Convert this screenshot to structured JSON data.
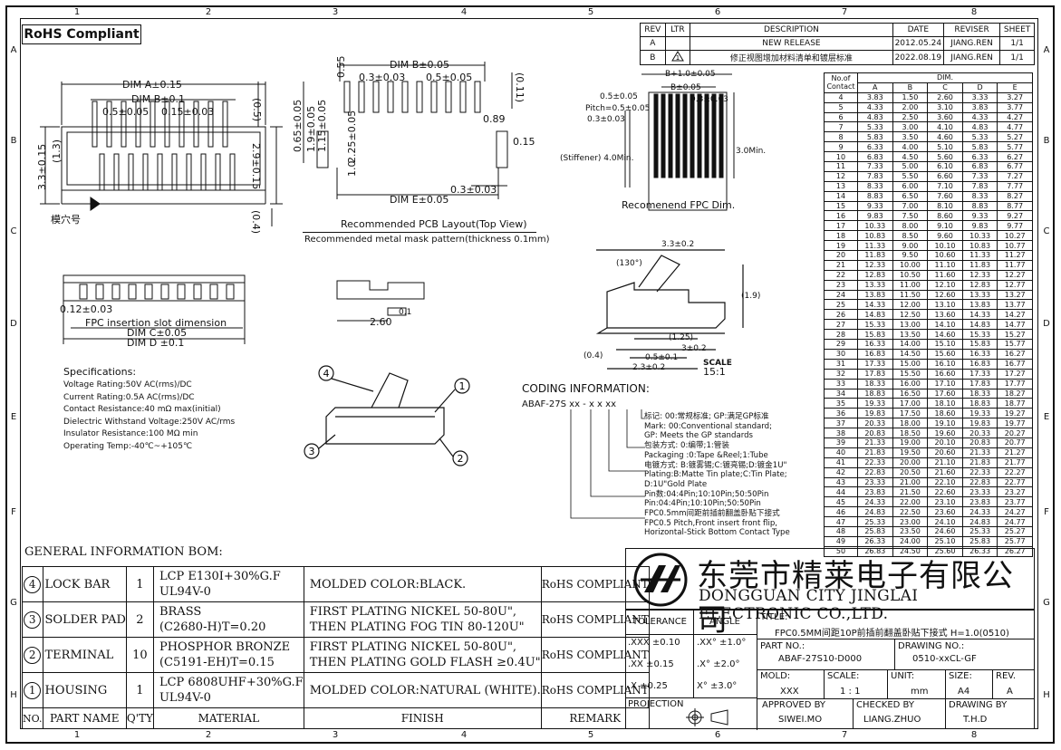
{
  "zones_top": [
    "1",
    "2",
    "3",
    "4",
    "5",
    "6",
    "7",
    "8"
  ],
  "zones_side": [
    "A",
    "B",
    "C",
    "D",
    "E",
    "F",
    "G",
    "H"
  ],
  "rohs": "RoHS Compliant",
  "revision_table": {
    "headers": [
      "REV",
      "LTR",
      "DESCRIPTION",
      "DATE",
      "REVISER",
      "SHEET"
    ],
    "rows": [
      [
        "A",
        "",
        "NEW RELEASE",
        "2012.05.24",
        "JIANG.REN",
        "1/1"
      ],
      [
        "B",
        "1",
        "修正视图增加材料清单和镀层标准",
        "2022.08.19",
        "JIANG.REN",
        "1/1"
      ]
    ]
  },
  "dim_table": {
    "title": "DIM.",
    "col0": "No.of Contact",
    "headers": [
      "A",
      "B",
      "C",
      "D",
      "E"
    ],
    "rows": [
      [
        "4",
        "3.83",
        "1.50",
        "2.60",
        "3.33",
        "3.27"
      ],
      [
        "5",
        "4.33",
        "2.00",
        "3.10",
        "3.83",
        "3.77"
      ],
      [
        "6",
        "4.83",
        "2.50",
        "3.60",
        "4.33",
        "4.27"
      ],
      [
        "7",
        "5.33",
        "3.00",
        "4.10",
        "4.83",
        "4.77"
      ],
      [
        "8",
        "5.83",
        "3.50",
        "4.60",
        "5.33",
        "5.27"
      ],
      [
        "9",
        "6.33",
        "4.00",
        "5.10",
        "5.83",
        "5.77"
      ],
      [
        "10",
        "6.83",
        "4.50",
        "5.60",
        "6.33",
        "6.27"
      ],
      [
        "11",
        "7.33",
        "5.00",
        "6.10",
        "6.83",
        "6.77"
      ],
      [
        "12",
        "7.83",
        "5.50",
        "6.60",
        "7.33",
        "7.27"
      ],
      [
        "13",
        "8.33",
        "6.00",
        "7.10",
        "7.83",
        "7.77"
      ],
      [
        "14",
        "8.83",
        "6.50",
        "7.60",
        "8.33",
        "8.27"
      ],
      [
        "15",
        "9.33",
        "7.00",
        "8.10",
        "8.83",
        "8.77"
      ],
      [
        "16",
        "9.83",
        "7.50",
        "8.60",
        "9.33",
        "9.27"
      ],
      [
        "17",
        "10.33",
        "8.00",
        "9.10",
        "9.83",
        "9.77"
      ],
      [
        "18",
        "10.83",
        "8.50",
        "9.60",
        "10.33",
        "10.27"
      ],
      [
        "19",
        "11.33",
        "9.00",
        "10.10",
        "10.83",
        "10.77"
      ],
      [
        "20",
        "11.83",
        "9.50",
        "10.60",
        "11.33",
        "11.27"
      ],
      [
        "21",
        "12.33",
        "10.00",
        "11.10",
        "11.83",
        "11.77"
      ],
      [
        "22",
        "12.83",
        "10.50",
        "11.60",
        "12.33",
        "12.27"
      ],
      [
        "23",
        "13.33",
        "11.00",
        "12.10",
        "12.83",
        "12.77"
      ],
      [
        "24",
        "13.83",
        "11.50",
        "12.60",
        "13.33",
        "13.27"
      ],
      [
        "25",
        "14.33",
        "12.00",
        "13.10",
        "13.83",
        "13.77"
      ],
      [
        "26",
        "14.83",
        "12.50",
        "13.60",
        "14.33",
        "14.27"
      ],
      [
        "27",
        "15.33",
        "13.00",
        "14.10",
        "14.83",
        "14.77"
      ],
      [
        "28",
        "15.83",
        "13.50",
        "14.60",
        "15.33",
        "15.27"
      ],
      [
        "29",
        "16.33",
        "14.00",
        "15.10",
        "15.83",
        "15.77"
      ],
      [
        "30",
        "16.83",
        "14.50",
        "15.60",
        "16.33",
        "16.27"
      ],
      [
        "31",
        "17.33",
        "15.00",
        "16.10",
        "16.83",
        "16.77"
      ],
      [
        "32",
        "17.83",
        "15.50",
        "16.60",
        "17.33",
        "17.27"
      ],
      [
        "33",
        "18.33",
        "16.00",
        "17.10",
        "17.83",
        "17.77"
      ],
      [
        "34",
        "18.83",
        "16.50",
        "17.60",
        "18.33",
        "18.27"
      ],
      [
        "35",
        "19.33",
        "17.00",
        "18.10",
        "18.83",
        "18.77"
      ],
      [
        "36",
        "19.83",
        "17.50",
        "18.60",
        "19.33",
        "19.27"
      ],
      [
        "37",
        "20.33",
        "18.00",
        "19.10",
        "19.83",
        "19.77"
      ],
      [
        "38",
        "20.83",
        "18.50",
        "19.60",
        "20.33",
        "20.27"
      ],
      [
        "39",
        "21.33",
        "19.00",
        "20.10",
        "20.83",
        "20.77"
      ],
      [
        "40",
        "21.83",
        "19.50",
        "20.60",
        "21.33",
        "21.27"
      ],
      [
        "41",
        "22.33",
        "20.00",
        "21.10",
        "21.83",
        "21.77"
      ],
      [
        "42",
        "22.83",
        "20.50",
        "21.60",
        "22.33",
        "22.27"
      ],
      [
        "43",
        "23.33",
        "21.00",
        "22.10",
        "22.83",
        "22.77"
      ],
      [
        "44",
        "23.83",
        "21.50",
        "22.60",
        "23.33",
        "23.27"
      ],
      [
        "45",
        "24.33",
        "22.00",
        "23.10",
        "23.83",
        "23.77"
      ],
      [
        "46",
        "24.83",
        "22.50",
        "23.60",
        "24.33",
        "24.27"
      ],
      [
        "47",
        "25.33",
        "23.00",
        "24.10",
        "24.83",
        "24.77"
      ],
      [
        "48",
        "25.83",
        "23.50",
        "24.60",
        "25.33",
        "25.27"
      ],
      [
        "49",
        "26.33",
        "24.00",
        "25.10",
        "25.83",
        "25.77"
      ],
      [
        "50",
        "26.83",
        "24.50",
        "25.60",
        "26.33",
        "26.27"
      ]
    ]
  },
  "views": {
    "dimA": "DIM A±0.15",
    "dimB1": "DIM B±0.1",
    "p05": "0.5±0.05",
    "p015": "0.15±0.03",
    "d05": "(0.5)",
    "d13": "(1.3)",
    "d33": "3.3±0.15",
    "d29": "2.9±0.15",
    "d04": "(0.4)",
    "cavity": "模穴号",
    "pcb_dimB": "DIM B±0.05",
    "pcb_03": "0.3±0.03",
    "pcb_05": "0.5±0.05",
    "pcb_055": "0.55",
    "pcb_011": "(0.11)",
    "pcb_065": "0.65±0.05",
    "pcb_19": "1.9±0.05",
    "pcb_115": "1.15±0.05",
    "pcb_225": "2.25±0.05",
    "pcb_10": "1.0",
    "pcb_089": "0.89",
    "pcb_015": "0.15",
    "pcb_03b": "0.3±0.03",
    "pcb_dimE": "DIM E±0.05",
    "pcb_title": "Recommended PCB Layout(Top View)",
    "pcb_sub": "Recommended metal mask pattern(thickness 0.1mm)",
    "fpc_B1": "B+1.0±0.05",
    "fpc_B": "B±0.05",
    "fpc_05": "0.5±0.05",
    "fpc_pitch": "Pitch=0.5±0.05",
    "fpc_03": "0.3±0.03",
    "fpc_03b": "0.3±0.03",
    "fpc_stiff": "(Stiffener) 4.0Min.",
    "fpc_30": "3.0Min.",
    "fpc_title": "Recomenend FPC Dim.",
    "slot_012": "0.12±0.03",
    "slot_title": "FPC insertion slot dimension",
    "slot_dimC": "DIM C±0.05",
    "slot_dimD": "DIM D ±0.1",
    "side_01": "0.1",
    "side_26": "2.60",
    "sec_33": "3.3±0.2",
    "sec_130": "(130°)",
    "sec_19": "(1.9)",
    "sec_125": "(1.25)",
    "sec_3": "3±0.2",
    "sec_04": "(0.4)",
    "sec_05": "0.5±0.1",
    "sec_23": "2.3±0.2",
    "scale_label": "SCALE",
    "scale_val": "15:1"
  },
  "specs": {
    "title": "Specifications:",
    "lines": [
      "Voltage Rating:50V AC(rms)/DC",
      "Current Rating:0.5A AC(rms)/DC",
      "Contact Resistance:40 mΩ  max(initial)",
      "Dielectric Withstand Voltage:250V AC/rms",
      "Insulator Resistance:100 MΩ  min",
      "Operating Temp:-40℃~+105℃"
    ]
  },
  "balloons": [
    "4",
    "1",
    "3",
    "2"
  ],
  "coding": {
    "title": "CODING INFORMATION:",
    "code": "ABAF-27S xx - x   x   xx",
    "lines": [
      "标记: 00:常规标准; GP:满足GP标准",
      "Mark: 00:Conventional standard;",
      "GP: Meets the GP standards",
      "包装方式: 0:编带;1:管装",
      "Packaging :0:Tape &Reel;1:Tube",
      "电镀方式: B:镀雾锡;C:镀亮锡;D:镀金1U\"",
      "Plating:B:Matte Tin plate;C:Tin Plate;",
      "D:1U\"Gold Plate",
      "Pin数:04:4Pin;10:10Pin;50:50Pin",
      "Pin:04:4Pin;10:10Pin;50:50Pin",
      "FPC0.5mm间距前插前翻盖卧贴下接式",
      "FPC0.5 Pitch,Front insert front flip,",
      "Horizontal-Stick Bottom Contact Type"
    ]
  },
  "bom": {
    "title": "GENERAL INFORMATION BOM:",
    "rows": [
      {
        "no": "4",
        "part": "LOCK BAR",
        "qty": "1",
        "mat1": "LCP E130I+30%G.F",
        "mat2": "UL94V-0",
        "fin1": "MOLDED COLOR:BLACK.",
        "fin2": "",
        "remark": "RoHS COMPLIANT"
      },
      {
        "no": "3",
        "part": "SOLDER PAD",
        "qty": "2",
        "mat1": "BRASS",
        "mat2": "(C2680-H)T=0.20",
        "fin1": "FIRST PLATING NICKEL 50-80U\",",
        "fin2": "THEN PLATING FOG TIN 80-120U\"",
        "remark": "RoHS COMPLIANT"
      },
      {
        "no": "2",
        "part": "TERMINAL",
        "qty": "10",
        "mat1": "PHOSPHOR BRONZE",
        "mat2": "(C5191-EH)T=0.15",
        "fin1": "FIRST PLATING NICKEL 50-80U\",",
        "fin2": "THEN PLATING GOLD FLASH ≥0.4U\"",
        "remark": "RoHS COMPLIANT"
      },
      {
        "no": "1",
        "part": "HOUSING",
        "qty": "1",
        "mat1": "LCP 6808UHF+30%G.F",
        "mat2": "UL94V-0",
        "fin1": "MOLDED COLOR:NATURAL (WHITE).",
        "fin2": "",
        "remark": "RoHS COMPLIANT"
      }
    ],
    "headers": [
      "NO.",
      "PART NAME",
      "Q'TY",
      "MATERIAL",
      "FINISH",
      "REMARK"
    ]
  },
  "company": {
    "cn": "东莞市精莱电子有限公司",
    "en": "DONGGUAN CITY JINGLAI ELECTRONIC CO.,LTD."
  },
  "title_block": {
    "tolerance": "TOLERANCE",
    "angle": "ANGLE",
    "tol1": ".XXX  ±0.10",
    "tol2": ".XX   ±0.15",
    "tol3": ".X    ±0.25",
    "ang1": ".XX°  ±1.0°",
    "ang2": ".X°   ±2.0°",
    "ang3": "X°    ±3.0°",
    "title_label": "TITLE:",
    "title": "FPC0.5MM间距10P前插前翻盖卧贴下接式 H=1.0(0510)",
    "part_label": "PART NO.:",
    "part": "ABAF-27S10-D000",
    "drawing_label": "DRAWING NO.:",
    "drawing": "0510-xxCL-GF",
    "mold_label": "MOLD:",
    "mold": "XXX",
    "scale_label": "SCALE:",
    "scale": "1 : 1",
    "unit_label": "UNIT:",
    "unit": "mm",
    "size_label": "SIZE:",
    "size": "A4",
    "rev_label": "REV.",
    "rev": "A",
    "projection": "PROJECTION",
    "approved_label": "APPROVED BY",
    "approved": "SIWEI.MO",
    "checked_label": "CHECKED BY",
    "checked": "LIANG.ZHUO",
    "drawn_label": "DRAWING BY",
    "drawn": "T.H.D"
  }
}
